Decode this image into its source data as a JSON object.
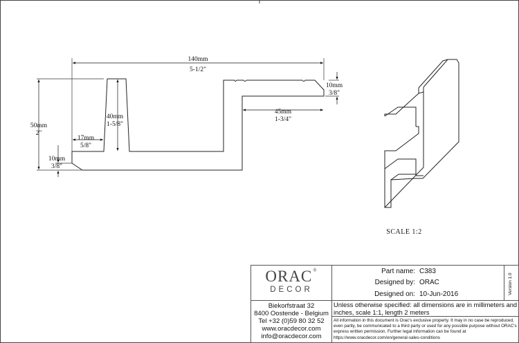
{
  "drawing": {
    "dim_width_mm": "140mm",
    "dim_width_in": "5-1/2\"",
    "dim_height_mm": "50mm",
    "dim_height_in": "2\"",
    "dim_inner_mm": "40mm",
    "dim_inner_in": "1-5/8\"",
    "dim_slot_mm": "17mm",
    "dim_slot_in": "5/8\"",
    "dim_base_mm": "10mm",
    "dim_base_in": "3/8\"",
    "dim_step_mm": "45mm",
    "dim_step_in": "1-3/4\"",
    "dim_top_mm": "10mm",
    "dim_top_in": "3/8\"",
    "scale_label": "SCALE   1:2"
  },
  "titleblock": {
    "logo_text": "ORAC",
    "logo_sub": "DECOR",
    "address": [
      "Biekorfstraat 32",
      "8400 Oostende - Belgium",
      "Tel  +32 (0)59 80 32 52",
      "www.oracdecor.com",
      "info@oracdecor.com"
    ],
    "part_name_label": "Part name:",
    "part_name": "C383",
    "designed_by_label": "Designed by:",
    "designed_by": "ORAC",
    "designed_on_label": "Designed on:",
    "designed_on": "10-Jun-2016",
    "version": "Version 1.0",
    "spec": "Unless otherwise specified: all dimensions are in millimeters and inches, scale 1:1, length 2 meters",
    "legal": "All information in this document is Orac's exclusive property.  It may in no case be reproduced, even partly, be communicated to a third party or used for any possible purpose without ORAC's express written permission. Further legal information can be found at https://www.oracdecor.com/en/general-sales-conditions"
  }
}
